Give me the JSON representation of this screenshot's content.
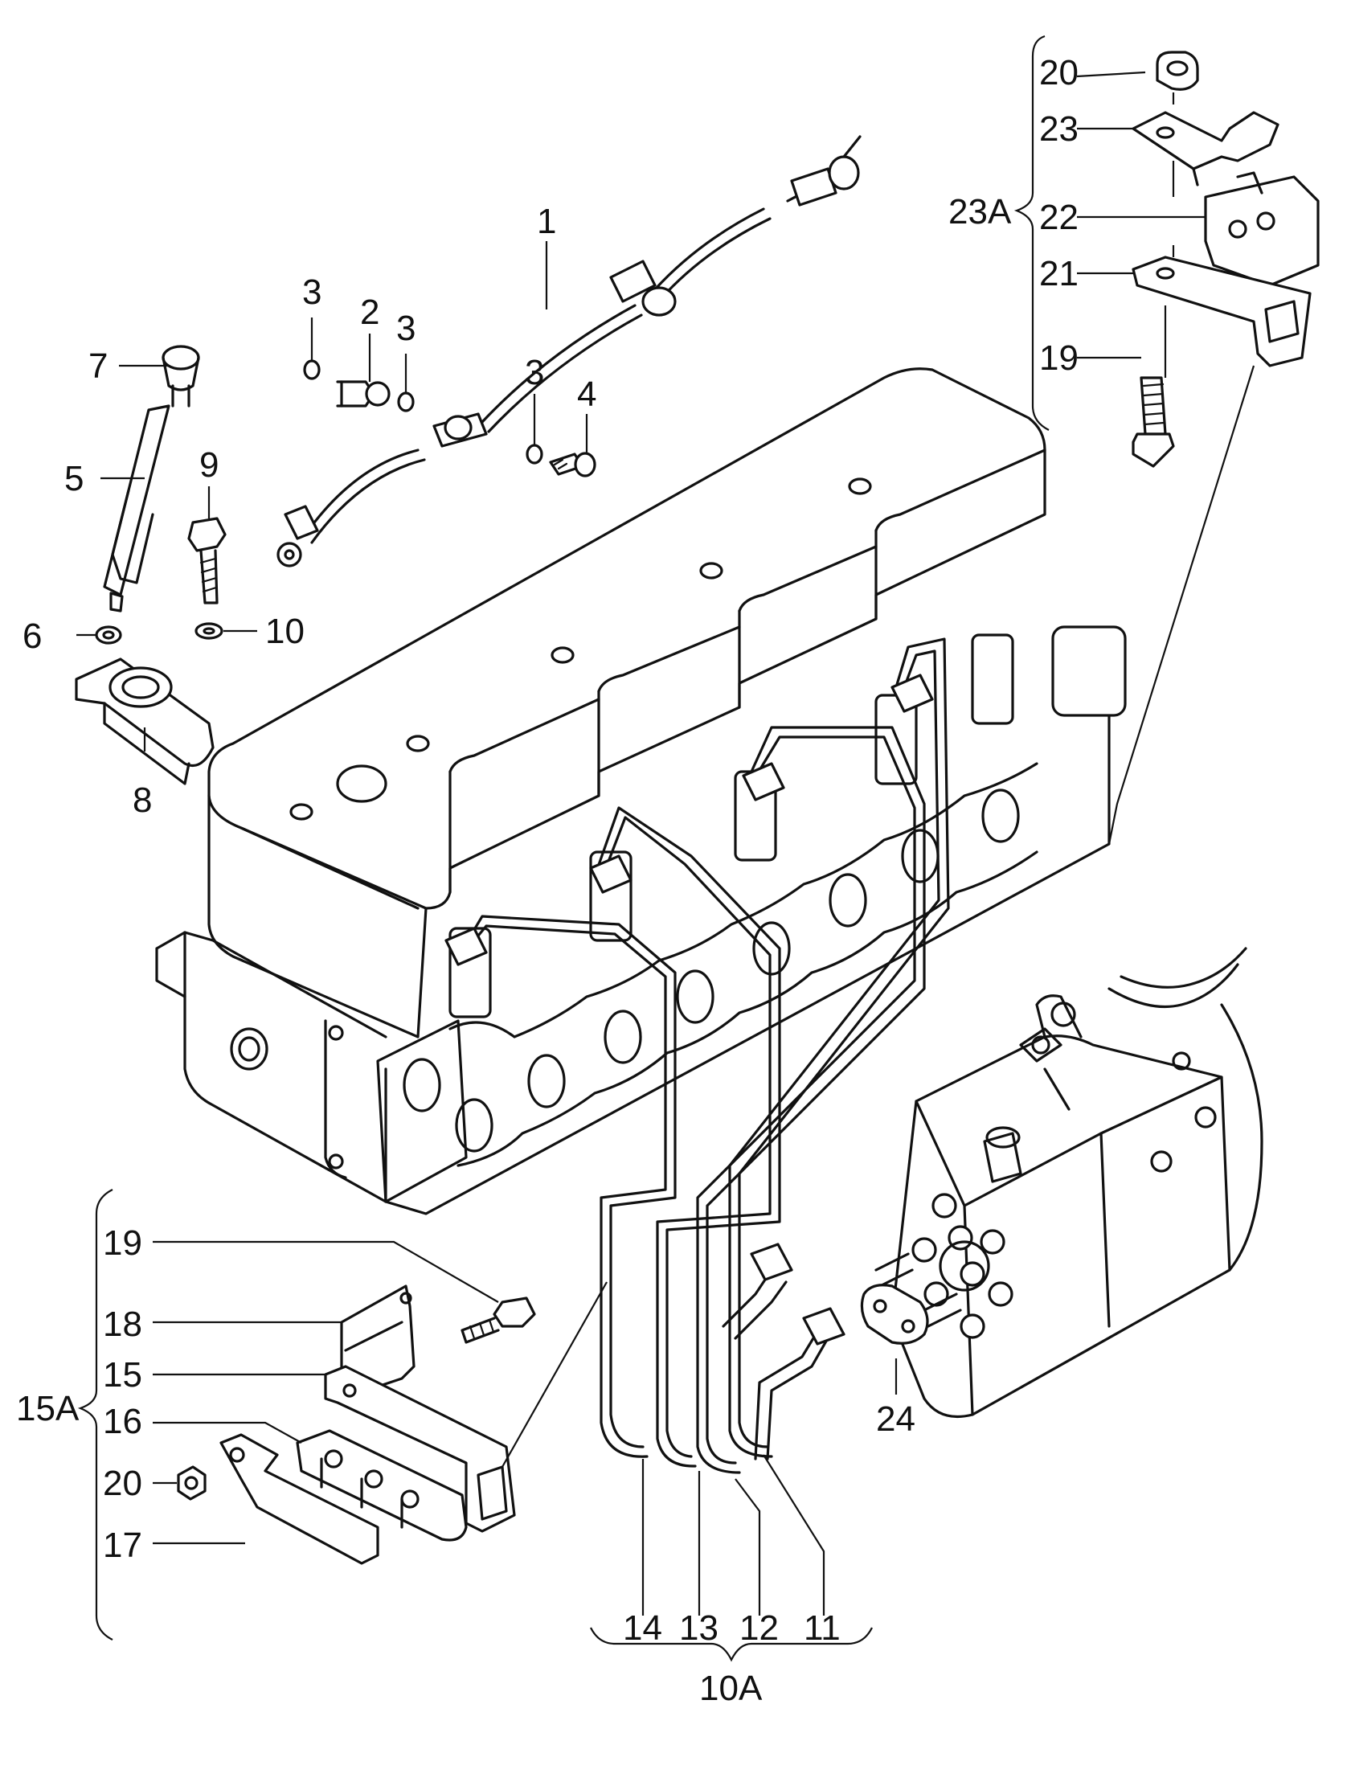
{
  "callouts": {
    "c1": "1",
    "c2": "2",
    "c3a": "3",
    "c3b": "3",
    "c3c": "3",
    "c4": "4",
    "c5": "5",
    "c6": "6",
    "c7": "7",
    "c8": "8",
    "c9": "9",
    "c10": "10",
    "c11": "11",
    "c12": "12",
    "c13": "13",
    "c14": "14",
    "c15": "15",
    "c16": "16",
    "c17": "17",
    "c18": "18",
    "c19a": "19",
    "c19b": "19",
    "c20a": "20",
    "c20b": "20",
    "c21": "21",
    "c22": "22",
    "c23": "23",
    "c24": "24"
  },
  "groups": {
    "g10A": "10A",
    "g15A": "15A",
    "g23A": "23A"
  }
}
